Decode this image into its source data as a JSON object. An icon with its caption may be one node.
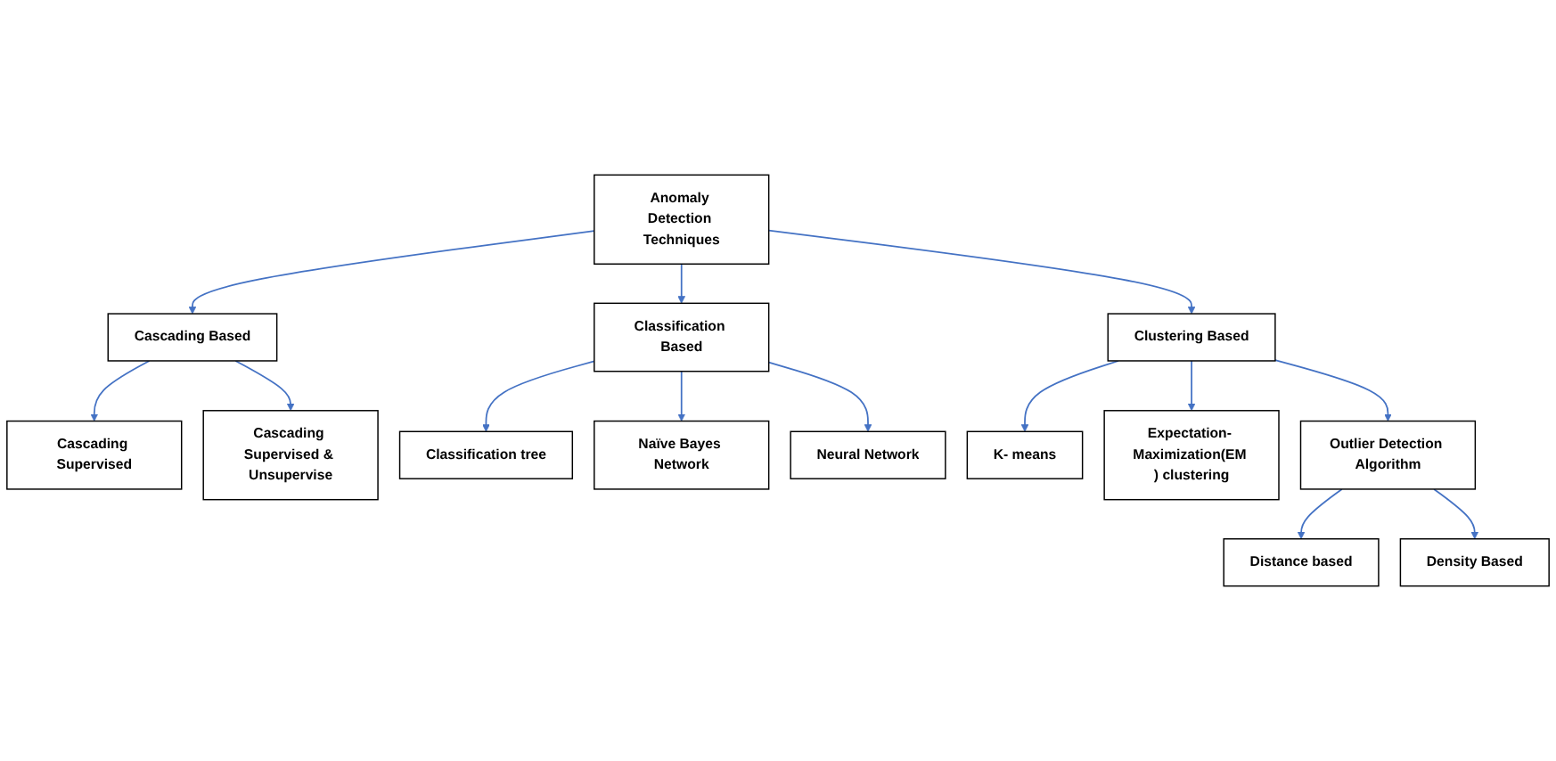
{
  "diagram": {
    "nodes": [
      {
        "text": [
          "Anomaly Detection Techniques"
        ]
      },
      {
        "text": [
          "Classification Based"
        ]
      },
      {
        "text": [
          "Clustering Based"
        ]
      },
      {
        "text": [
          "Cascading Based"
        ]
      },
      {
        "text": [
          "Cascading Supervised"
        ]
      },
      {
        "text": [
          "Cascading Supervised & Unsupervise"
        ]
      },
      {
        "text": [
          "Classification tree"
        ]
      },
      {
        "text": [
          "Naïve Bayes Network"
        ]
      },
      {
        "text": [
          "Neural Network"
        ]
      },
      {
        "text": [
          "K- means"
        ]
      },
      {
        "text": [
          "Expectation- Maximization(EM ) clustering"
        ]
      },
      {
        "text": [
          "Outlier Detection Algorithm"
        ]
      },
      {
        "text": [
          "Distance based"
        ]
      },
      {
        "text": [
          "Density Based"
        ]
      }
    ],
    "edges": [
      {
        "from": 0,
        "to": 1,
        "arrow": "to"
      },
      {
        "from": 0,
        "to": 2,
        "arrow": "to"
      },
      {
        "from": 0,
        "to": 3,
        "arrow": "to"
      },
      {
        "from": 3,
        "to": 4,
        "arrow": "to"
      },
      {
        "from": 3,
        "to": 5,
        "arrow": "to"
      },
      {
        "from": 1,
        "to": 6,
        "arrow": "to"
      },
      {
        "from": 1,
        "to": 7,
        "arrow": "to"
      },
      {
        "from": 1,
        "to": 8,
        "arrow": "to"
      },
      {
        "from": 2,
        "to": 9,
        "arrow": "to"
      },
      {
        "from": 2,
        "to": 10,
        "arrow": "to"
      },
      {
        "from": 2,
        "to": 11,
        "arrow": "to"
      },
      {
        "from": 11,
        "to": 12,
        "arrow": "to"
      },
      {
        "from": 11,
        "to": 13,
        "arrow": "to"
      }
    ]
  }
}
